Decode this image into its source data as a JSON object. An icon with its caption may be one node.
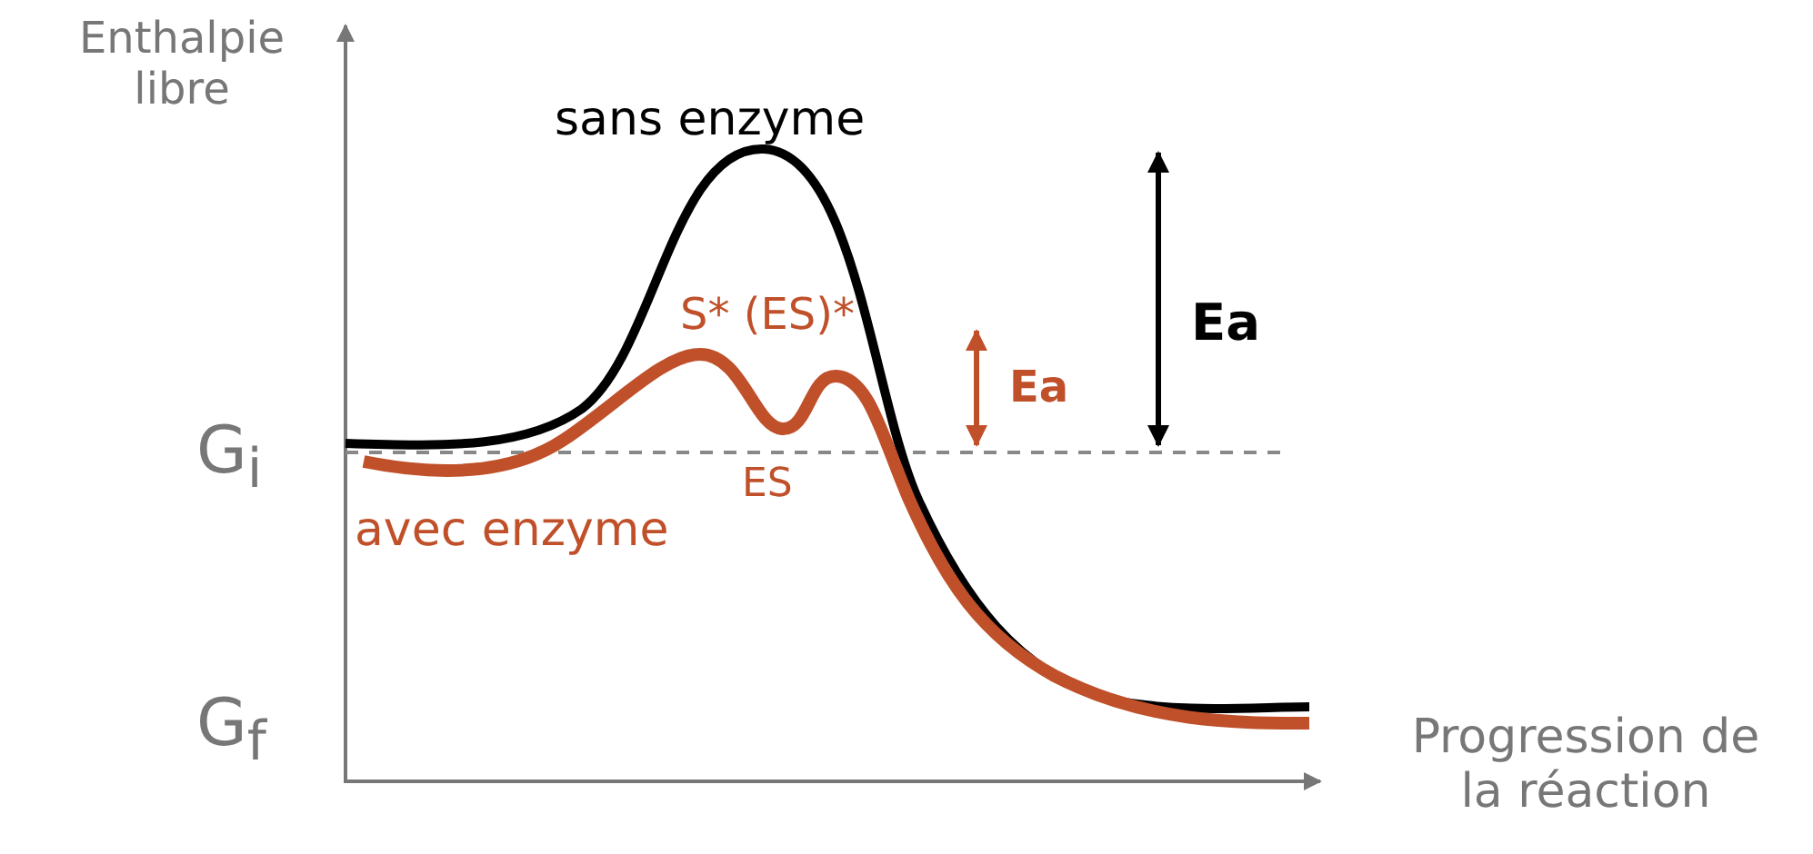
{
  "diagram": {
    "labels": [
      "Enthalpie libre",
      "sans enzyme",
      "Ea",
      "S* (ES)*",
      "Ea",
      "G$_{i}$",
      "ES",
      "avec enzyme",
      "G$_{f}$",
      "Progression de la réaction"
    ]
  }
}
